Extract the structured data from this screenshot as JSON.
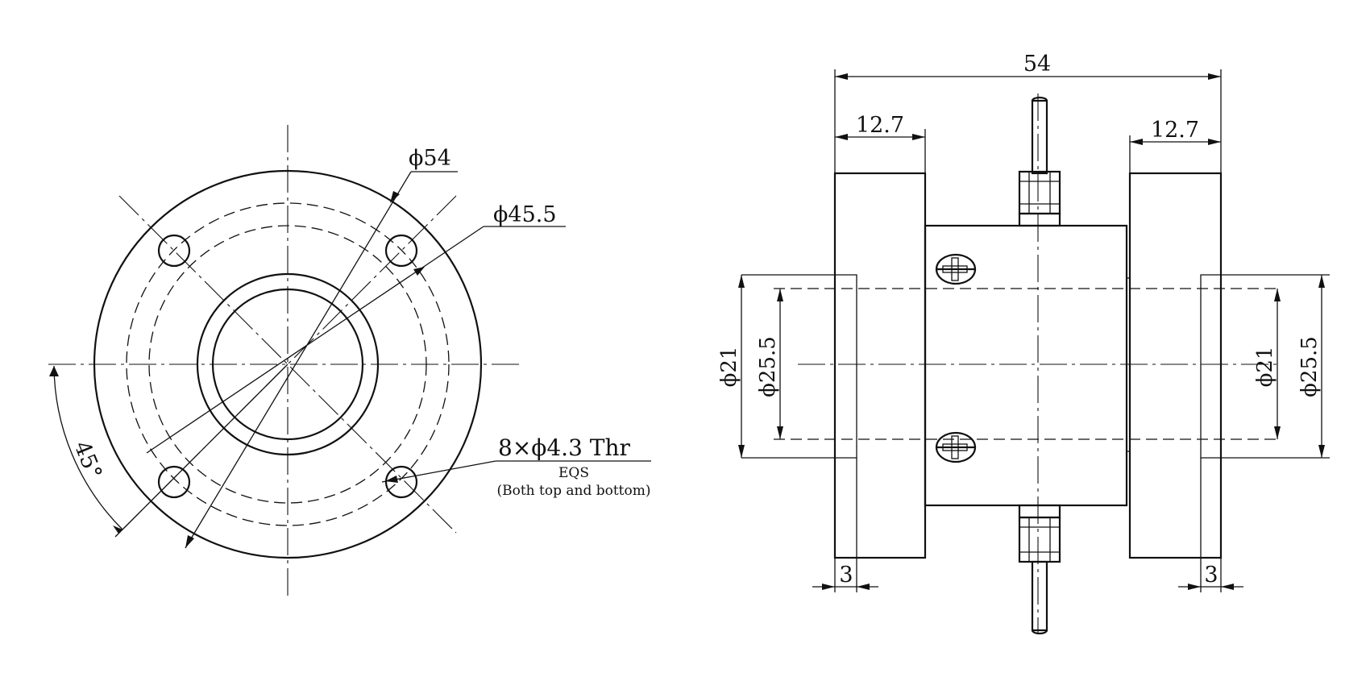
{
  "front_view": {
    "dia_outer": "ϕ54",
    "dia_bolt_circle": "ϕ45.5",
    "angle": "45°",
    "hole_note": "8×ϕ4.3 Thr",
    "hole_note_sub": "EQS",
    "hole_note_detail": "(Both top and bottom)"
  },
  "side_view": {
    "overall_length": "54",
    "flange_left_width": "12.7",
    "flange_right_width": "12.7",
    "left_dia_inner": "ϕ21",
    "left_dia_outer": "ϕ25.5",
    "right_dia_inner": "ϕ21",
    "right_dia_outer": "ϕ25.5",
    "recess_left": "3",
    "recess_right": "3"
  }
}
